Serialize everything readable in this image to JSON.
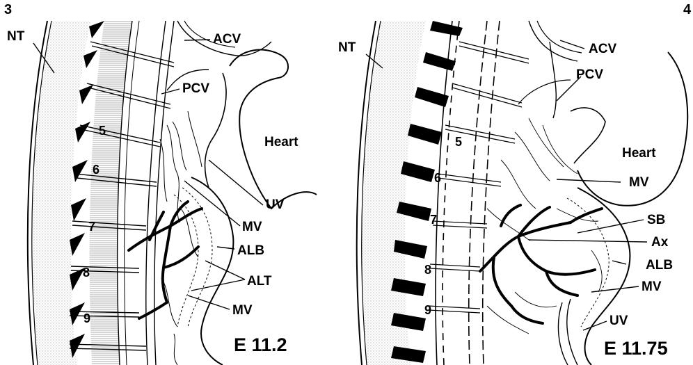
{
  "panel_left": {
    "number": "3",
    "stage": "E 11.2",
    "labels": {
      "nt": "NT",
      "acv": "ACV",
      "pcv": "PCV",
      "heart": "Heart",
      "uv": "UV",
      "mv_upper": "MV",
      "alb": "ALB",
      "alt": "ALT",
      "mv_lower": "MV"
    },
    "somites": [
      "5",
      "6",
      "7",
      "8",
      "9"
    ]
  },
  "panel_right": {
    "number": "4",
    "stage": "E 11.75",
    "labels": {
      "nt": "NT",
      "acv": "ACV",
      "pcv": "PCV",
      "heart": "Heart",
      "mv_upper": "MV",
      "sb": "SB",
      "ax": "Ax",
      "alb": "ALB",
      "mv_lower": "MV",
      "uv": "UV"
    },
    "somites": [
      "5",
      "6",
      "7",
      "8",
      "9"
    ]
  }
}
